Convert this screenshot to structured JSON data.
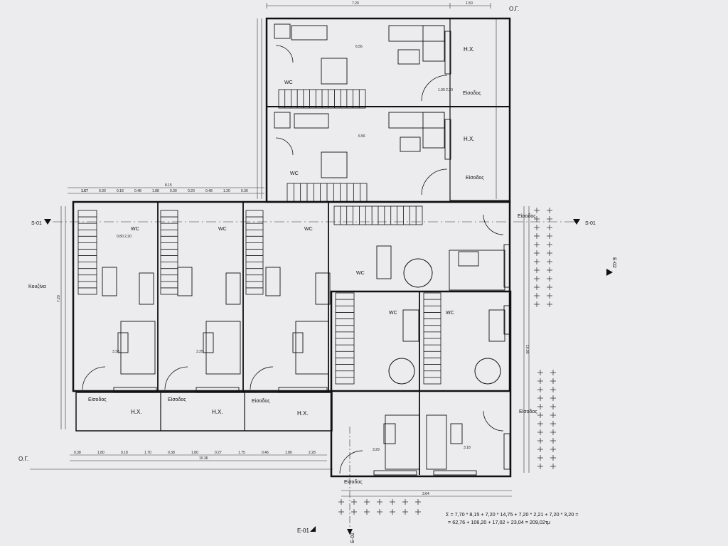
{
  "labels": {
    "og_top": "Ο.Γ.",
    "og_left": "Ο.Γ.",
    "s01_left": "S-01",
    "s01_right": "S-01",
    "e02_right": "E-02",
    "e02_bottom": "E-02",
    "e01_bottom": "E-01",
    "kouzina": "Κουζίνα"
  },
  "rooms": {
    "hx": "Η.Χ.",
    "eisodos": "Είσοδος",
    "wc": "WC"
  },
  "dimensions": {
    "top_a": "7.20",
    "top_b": "1.50",
    "mid_a": "6.56",
    "mid_b": "6.56",
    "row_a": "8.15",
    "row_b": "1.67",
    "bottom_total": "10.36",
    "bottom_b": "3.64",
    "inner_a": "3.38",
    "inner_b": "3.25",
    "inner_c": "3.29",
    "inner_d": "3.18",
    "door_a": "1.00 2.30",
    "door_b": "0.80 2.20",
    "side_a": "7.20",
    "side_b": "10.90",
    "bottom_row": [
      "0.38",
      "1.80",
      "0.18",
      "1.70",
      "0.38",
      "1.80",
      "0.27",
      "1.75",
      "0.46",
      "1.80",
      "2.28"
    ],
    "top_row": [
      "1.67",
      "0.30",
      "0.18",
      "0.48",
      "1.88",
      "0.30",
      "0.20",
      "0.48",
      "1.20",
      "0.30"
    ]
  },
  "formula": {
    "line1": "Σ = 7,70 * 8,15 + 7,20 * 14,75 + 7,20 * 2,21 + 7,20 * 3,20 =",
    "line2": "= 62,76 + 106,20 + 17,02 + 23,04 = 209,02τμ"
  }
}
